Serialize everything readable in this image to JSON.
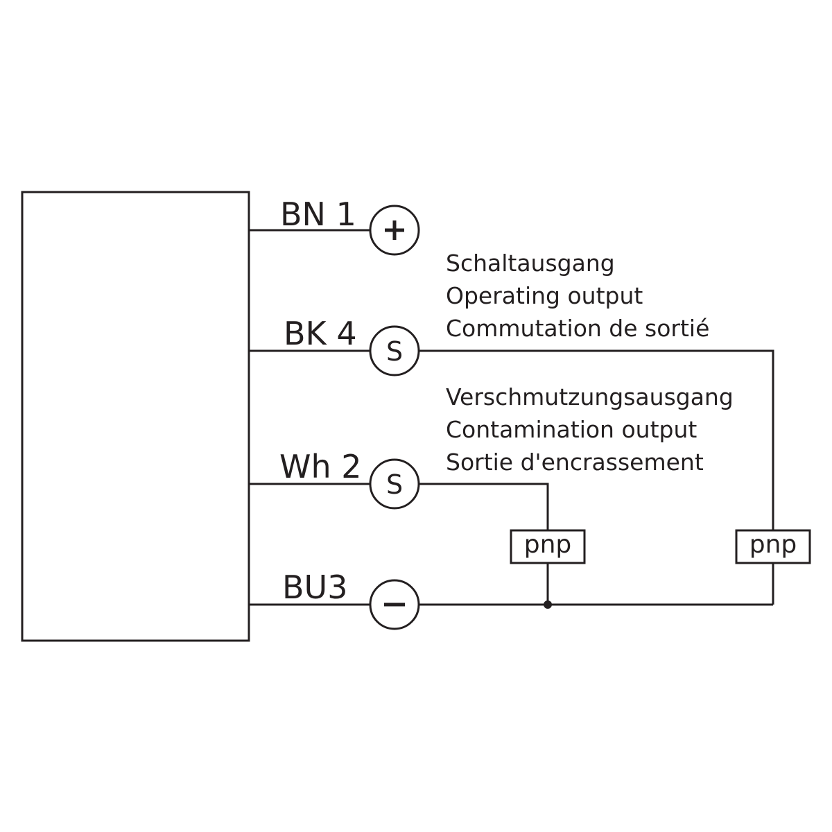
{
  "wires": {
    "bn": {
      "label": "BN 1",
      "terminal": "+"
    },
    "bk": {
      "label": "BK 4",
      "terminal": "S"
    },
    "wh": {
      "label": "Wh 2",
      "terminal": "S"
    },
    "bu": {
      "label": "BU3",
      "terminal": "−"
    }
  },
  "outputs": {
    "operating": {
      "lines": [
        "Schaltausgang",
        "Operating output",
        "Commutation de sortié"
      ],
      "load_label": "pnp"
    },
    "contamination": {
      "lines": [
        "Verschmutzungsausgang",
        "Contamination output",
        "Sortie d'encrassement"
      ],
      "load_label": "pnp"
    }
  },
  "colors": {
    "line": "#231f20",
    "background": "#ffffff"
  }
}
